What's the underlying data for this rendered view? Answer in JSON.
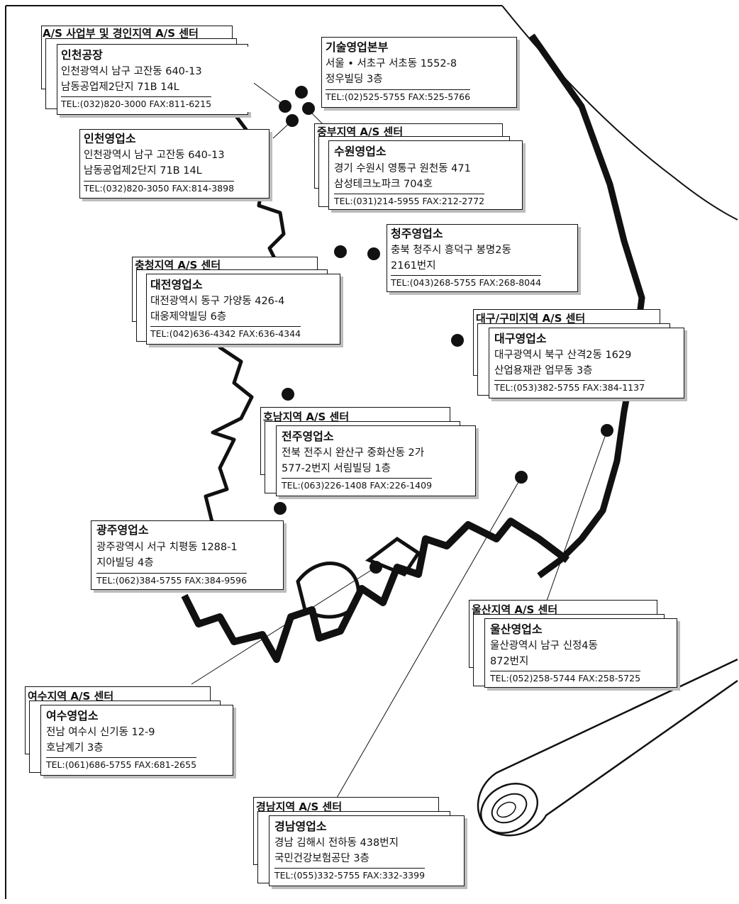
{
  "centers": [
    {
      "id": "incheon",
      "region": "A/S 사업부 및 경인지역 A/S 센터",
      "office": "인천공장",
      "address": [
        "인천광역시 남구 고잔동 640-13",
        "남동공업제2단지 71B 14L"
      ],
      "tel": "TEL:(032)820-3000 FAX:811-6215"
    },
    {
      "id": "incheon-sales",
      "office": "인천영업소",
      "address": [
        "인천광역시 남구 고잔동 640-13",
        "남동공업제2단지 71B 14L"
      ],
      "tel": "TEL:(032)820-3050 FAX:814-3898"
    },
    {
      "id": "hq",
      "office": "기술영업본부",
      "address": [
        "서울 • 서초구 서초동 1552-8",
        "정우빌딩 3층"
      ],
      "tel": "TEL:(02)525-5755 FAX:525-5766"
    },
    {
      "id": "suwon",
      "region": "중부지역 A/S 센터",
      "office": "수원영업소",
      "address": [
        "경기 수원시 영통구 원천동 471",
        "삼성테크노파크 704호"
      ],
      "tel": "TEL:(031)214-5955 FAX:212-2772"
    },
    {
      "id": "cheongju",
      "office": "청주영업소",
      "address": [
        "충북 청주시 흥덕구 봉명2동",
        "2161번지"
      ],
      "tel": "TEL:(043)268-5755 FAX:268-8044"
    },
    {
      "id": "daejeon",
      "region": "충청지역 A/S 센터",
      "office": "대전영업소",
      "address": [
        "대전광역시 동구 가양동 426-4",
        "대웅제약빌딩 6층"
      ],
      "tel": "TEL:(042)636-4342 FAX:636-4344"
    },
    {
      "id": "daegu",
      "region": "대구/구미지역 A/S 센터",
      "office": "대구영업소",
      "address": [
        "대구광역시 북구 산격2동 1629",
        "산업용재관 업무동 3층"
      ],
      "tel": "TEL:(053)382-5755 FAX:384-1137"
    },
    {
      "id": "jeonju",
      "region": "호남지역 A/S 센터",
      "office": "전주영업소",
      "address": [
        "전북 전주시 완산구 중화산동 2가",
        "577-2번지 서림빌딩 1층"
      ],
      "tel": "TEL:(063)226-1408 FAX:226-1409"
    },
    {
      "id": "gwangju",
      "office": "광주영업소",
      "address": [
        "광주광역시 서구 치평동 1288-1",
        "지아빌딩 4층"
      ],
      "tel": "TEL:(062)384-5755 FAX:384-9596"
    },
    {
      "id": "ulsan",
      "region": "울산지역 A/S 센터",
      "office": "울산영업소",
      "address": [
        "울산광역시 남구 신정4동",
        "872번지"
      ],
      "tel": "TEL:(052)258-5744 FAX:258-5725"
    },
    {
      "id": "yeosu",
      "region": "여수지역 A/S 센터",
      "office": "여수영업소",
      "address": [
        "전남 여수시 신기동 12-9",
        "호남계기 3층"
      ],
      "tel": "TEL:(061)686-5755 FAX:681-2655"
    },
    {
      "id": "gyeongnam",
      "region": "경남지역 A/S 센터",
      "office": "경남영업소",
      "address": [
        "경남 김해시 전하동 438번지",
        "국민건강보험공단 3층"
      ],
      "tel": "TEL:(055)332-5755 FAX:332-3399"
    }
  ]
}
